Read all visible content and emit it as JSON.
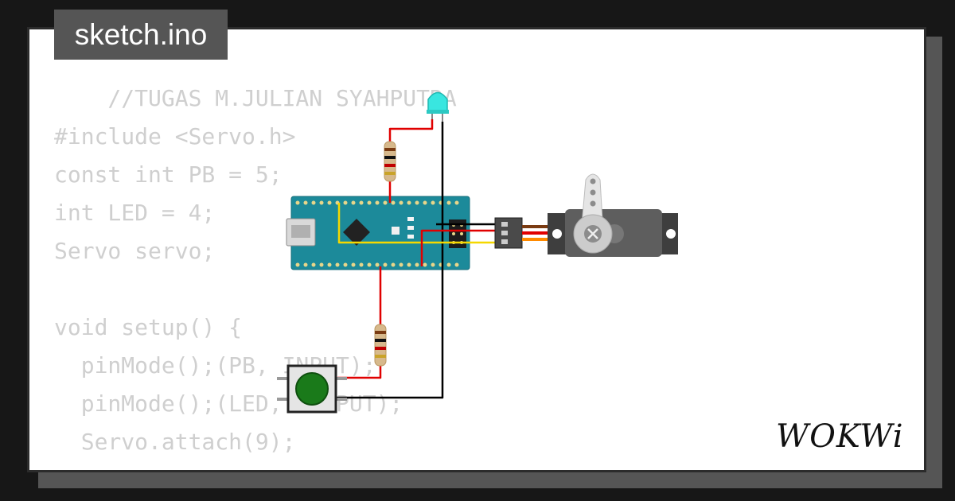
{
  "file_tab": {
    "label": "sketch.ino"
  },
  "code": {
    "lines": [
      "    //TUGAS M.JULIAN SYAHPUTRA",
      "#include <Servo.h>",
      "const int PB = 5;",
      "int LED = 4;",
      "Servo servo;",
      "",
      "void setup() {",
      "  pinMode();(PB, INPUT);",
      "  pinMode();(LED, OUTPUT);",
      "  Servo.attach(9);"
    ]
  },
  "brand": {
    "logo_text": "WOKWi"
  },
  "colors": {
    "background": "#171717",
    "card": "#ffffff",
    "tab": "#555555",
    "code_text": "#cfcfcf",
    "board": "#1c8a9a",
    "wire_red": "#e00000",
    "wire_black": "#000000",
    "wire_yellow": "#f5d800",
    "led": "#39e6e0",
    "button": "#1a7a1a",
    "servo_body": "#5e5e5e"
  },
  "components": {
    "board": "arduino-nano-icon",
    "led": "led-icon",
    "resistors": [
      "resistor-icon",
      "resistor-icon"
    ],
    "button": "pushbutton-icon",
    "servo": "servo-motor-icon"
  }
}
